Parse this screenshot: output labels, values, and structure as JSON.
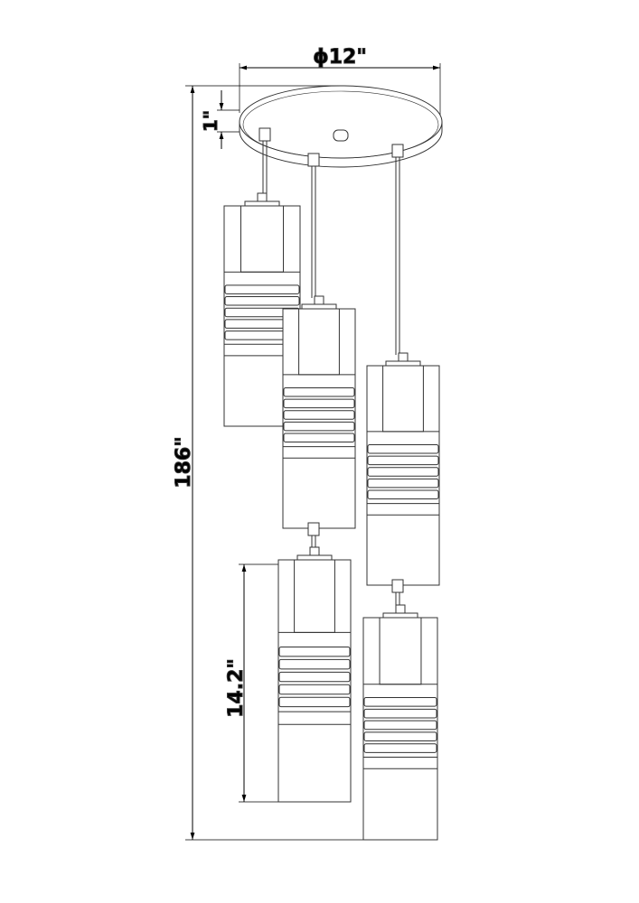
{
  "dimensions": {
    "overall_height": "186\"",
    "canopy_diameter": "ϕ12\"",
    "canopy_height": "1\"",
    "shade_height": "14.2\""
  },
  "pendant_count": 5
}
